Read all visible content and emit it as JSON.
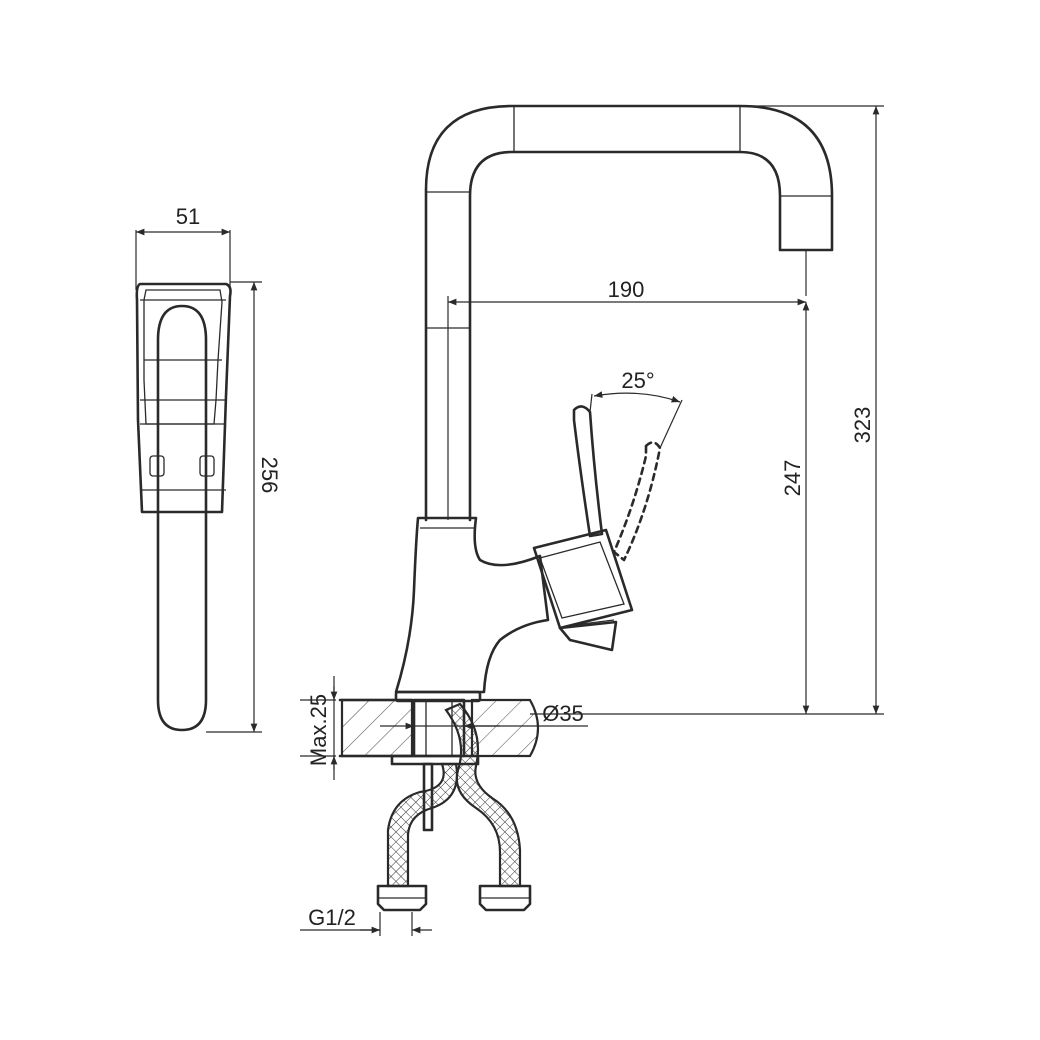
{
  "dimensions": {
    "top_width": "51",
    "top_length": "256",
    "reach": "190",
    "height_outlet": "247",
    "height_total": "323",
    "lever_angle": "25°",
    "base_diameter": "Ø35",
    "max_thickness": "Max.25",
    "thread": "G1/2"
  }
}
